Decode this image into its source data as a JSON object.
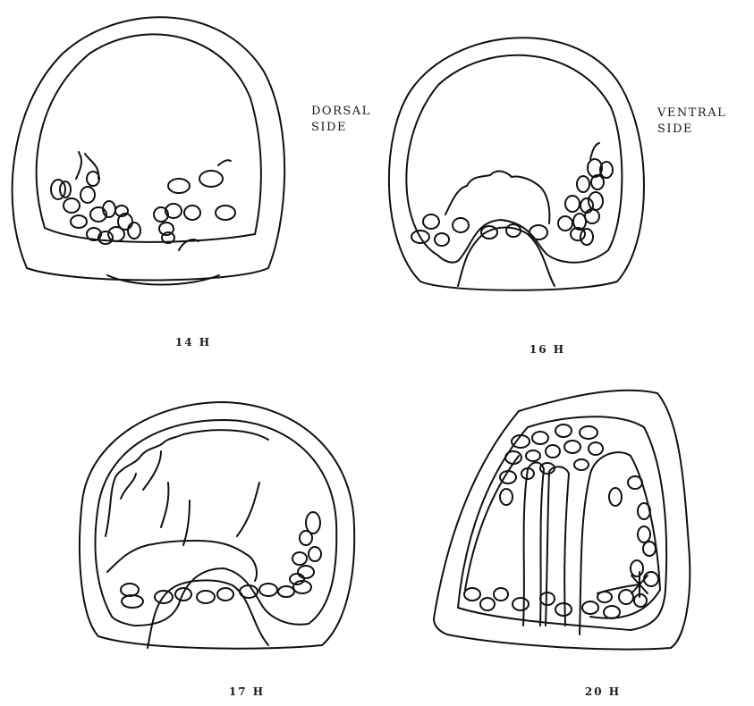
{
  "labels": {
    "dorsal_side": [
      "DORSAL",
      "SIDE"
    ],
    "ventral_side": [
      "VENTRAL",
      "SIDE"
    ]
  },
  "panels": [
    {
      "caption": "14 H"
    },
    {
      "caption": "16 H"
    },
    {
      "caption": "17 H"
    },
    {
      "caption": "20 H"
    }
  ]
}
